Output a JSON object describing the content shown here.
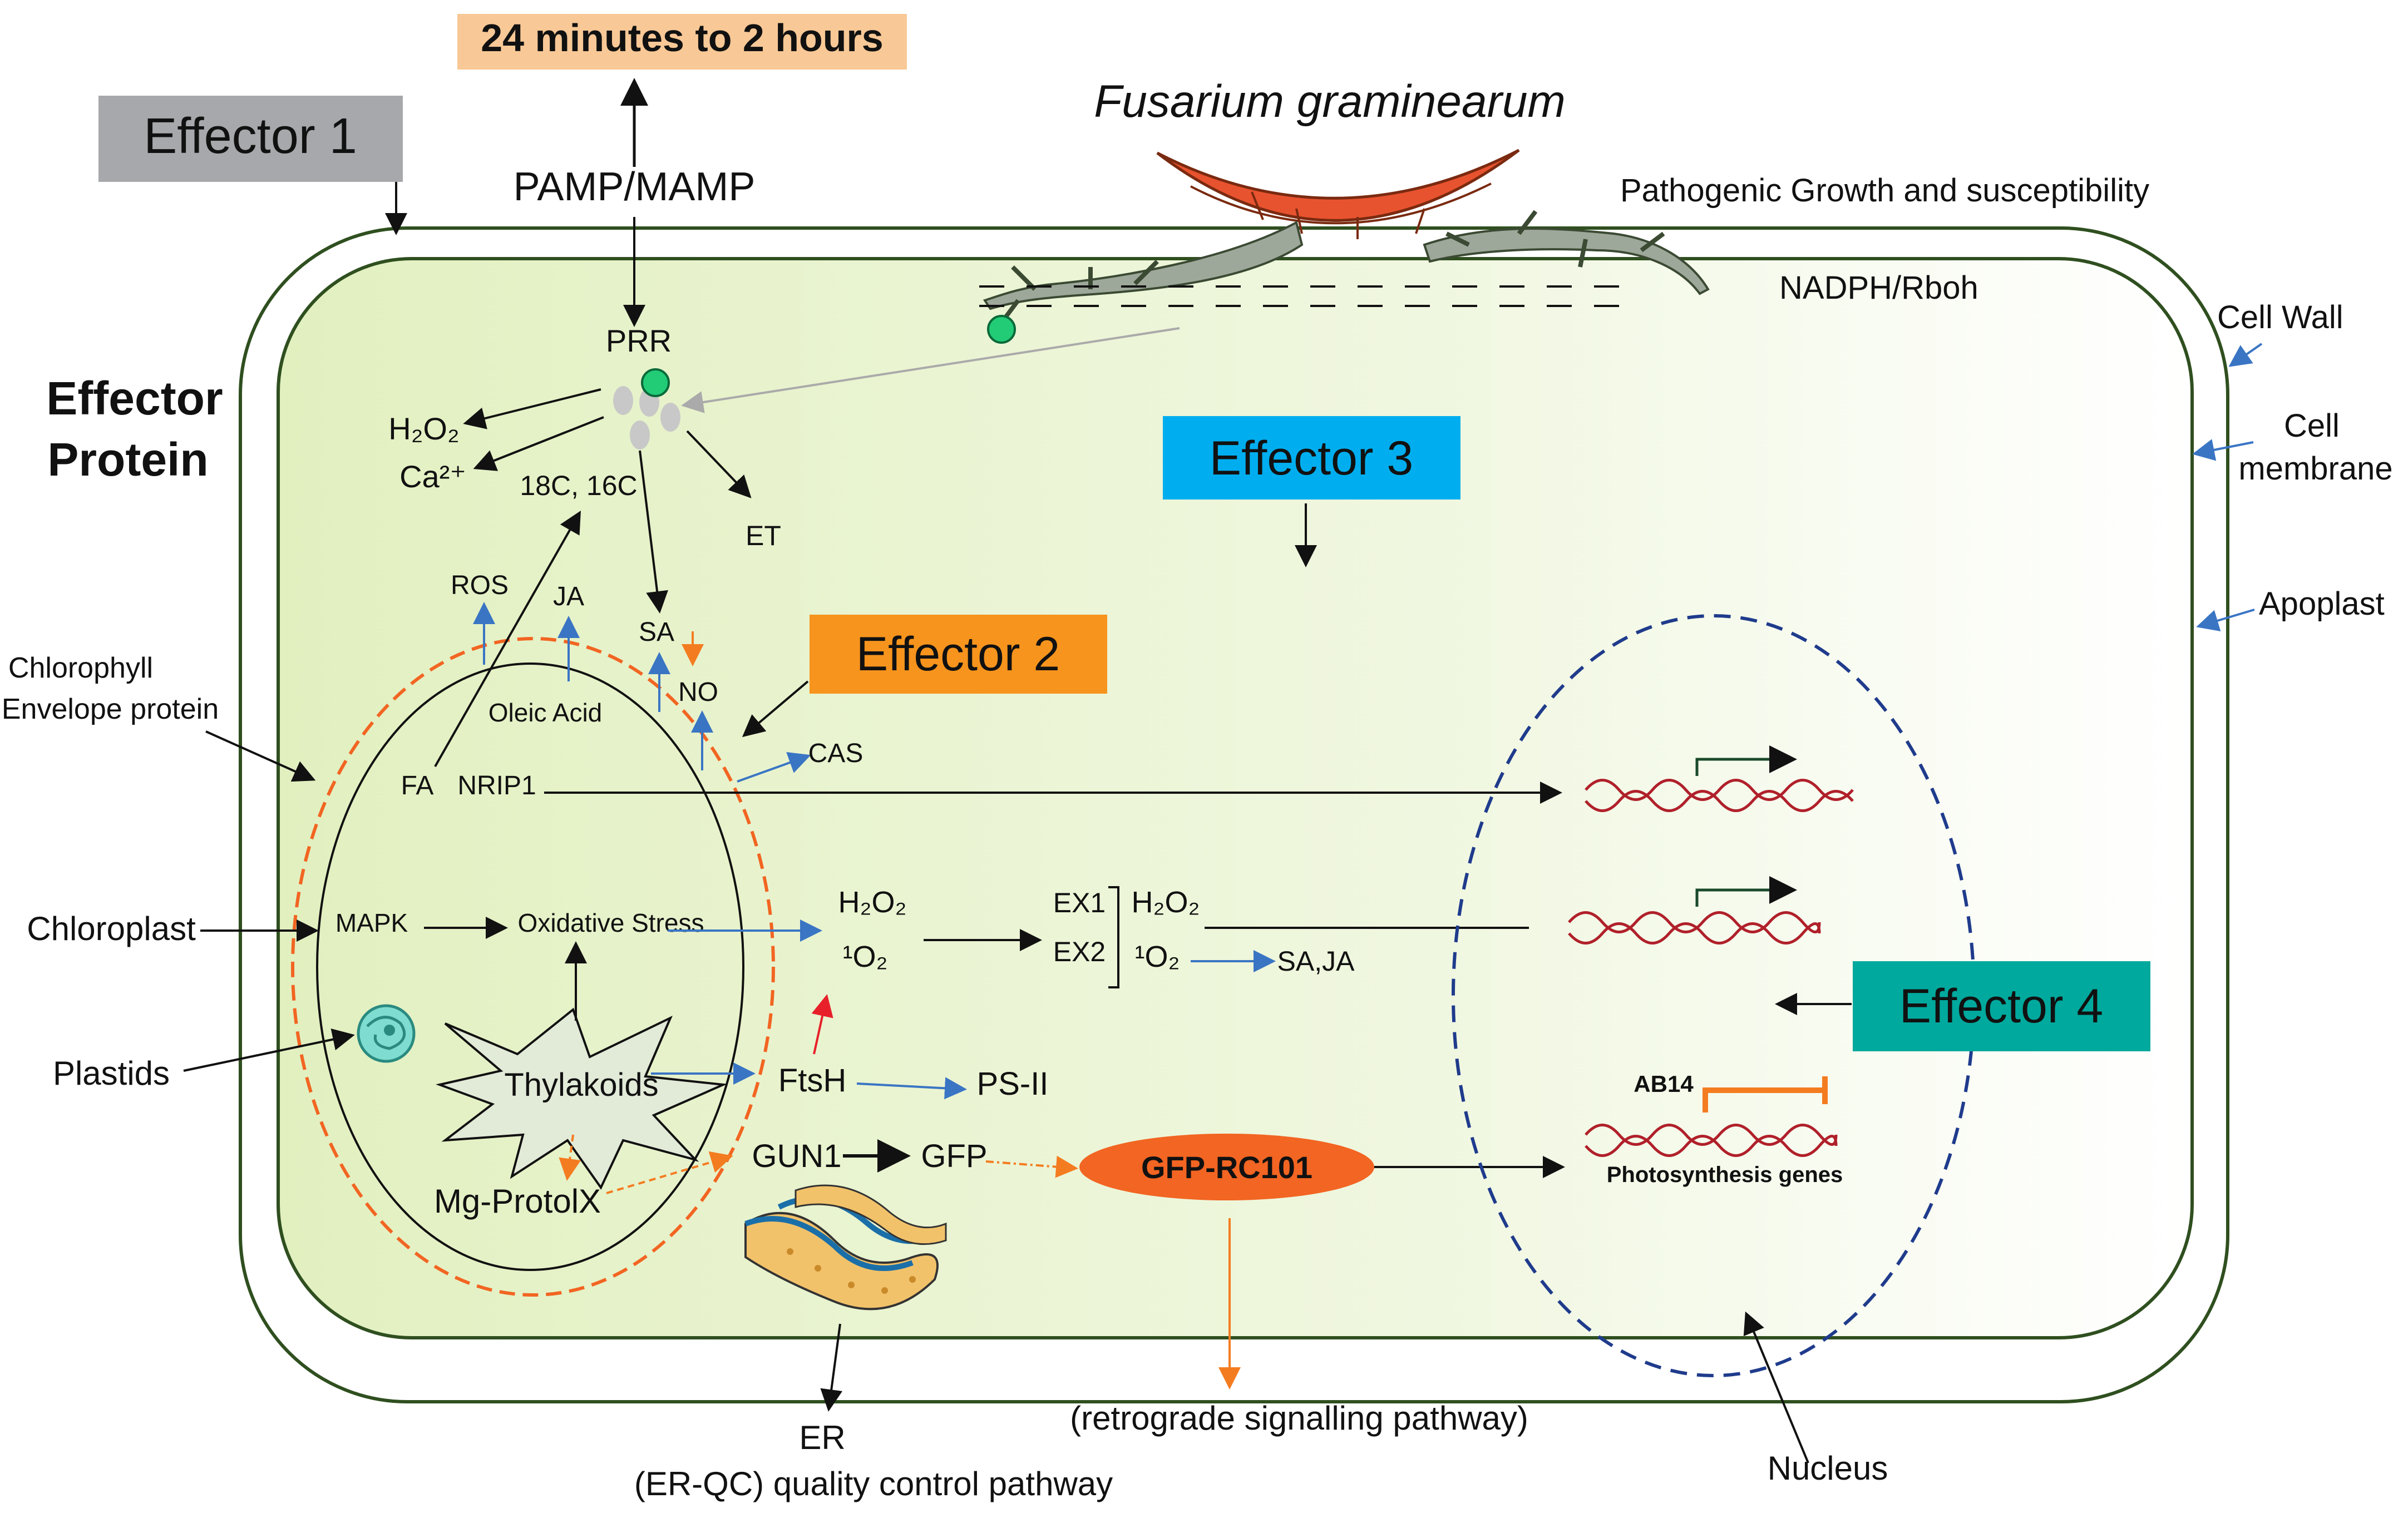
{
  "labels": {
    "time_box": "24 minutes to 2 hours",
    "effector1": "Effector 1",
    "effector2": "Effector 2",
    "effector3": "Effector 3",
    "effector4": "Effector 4",
    "pamp": "PAMP/MAMP",
    "fungus": "Fusarium graminearum",
    "pathogenic": "Pathogenic Growth and susceptibility",
    "nadph": "NADPH/Rboh",
    "cell_wall": "Cell Wall",
    "cell_membrane_1": "Cell",
    "cell_membrane_2": "membrane",
    "apoplast": "Apoplast",
    "effector_protein_1": "Effector",
    "effector_protein_2": "Protein",
    "prr": "PRR",
    "h2o2_top": "H₂O₂",
    "ca": "Ca²⁺",
    "c18": "18C, 16C",
    "et": "ET",
    "ros": "ROS",
    "ja": "JA",
    "sa": "SA",
    "no": "NO",
    "oleic": "Oleic Acid",
    "cas": "CAS",
    "fa": "FA",
    "nrip1": "NRIP1",
    "chlorophyll_1": "Chlorophyll",
    "chlorophyll_2": "Envelope protein",
    "chloroplast": "Chloroplast",
    "mapk": "MAPK",
    "oxidative": "Oxidative Stress",
    "h2o2_mid": "H₂O₂",
    "singlet_o2": "¹O₂",
    "ex1": "EX1",
    "ex2": "EX2",
    "h2o2_ex": "H₂O₂",
    "singlet_o2_ex": "¹O₂",
    "sa_ja": "SA,JA",
    "plastids": "Plastids",
    "thylakoids": "Thylakoids",
    "ftsh": "FtsH",
    "psii": "PS-II",
    "gun1": "GUN1",
    "gfp": "GFP",
    "gfp_rc101": "GFP-RC101",
    "mg_protoix": "Mg-ProtolX",
    "ab14": "AB14",
    "photosynthesis": "Photosynthesis genes",
    "er": "ER",
    "er_qc": "(ER-QC) quality control pathway",
    "retrograde": "(retrograde signalling pathway)",
    "nucleus": "Nucleus"
  },
  "colors": {
    "time_box": "#f8c896",
    "effector1": "#a6a8ab",
    "effector2": "#f7941d",
    "effector3": "#00aeef",
    "effector4": "#00a99d",
    "cell_border": "#2f4f1f",
    "cytoplasm": "#eaf5d2",
    "chloroplast_envelope": "#f26522",
    "nucleus": "#1f3b8c",
    "blue_arrow": "#3a75c4",
    "orange_arrow": "#f47c20",
    "dna": "#b0202a",
    "gfp_rc101": "#f26522",
    "fungus": "#e8532f"
  }
}
